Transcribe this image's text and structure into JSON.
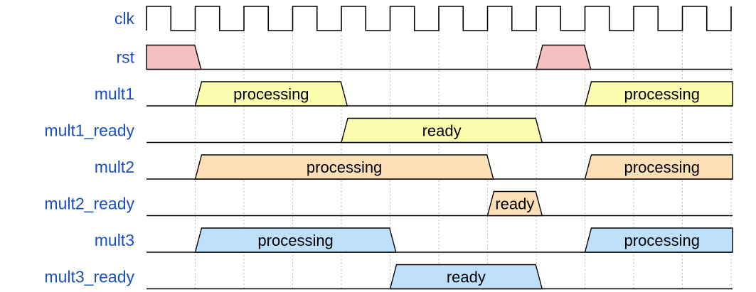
{
  "colors": {
    "rst": "#f4c0c0",
    "mult1": "#fdfdb0",
    "mult2": "#fde0b8",
    "mult3": "#bfe0fb",
    "label": "#1a4fc4"
  },
  "clock": {
    "name": "clk",
    "cycles": 12
  },
  "signals": [
    {
      "name": "rst",
      "segments": [
        {
          "start": 0,
          "end": 1.12,
          "label": "",
          "color": "rst"
        },
        {
          "start": 8.0,
          "end": 9.12,
          "label": "",
          "color": "rst"
        }
      ]
    },
    {
      "name": "mult1",
      "segments": [
        {
          "start": 1.0,
          "end": 4.12,
          "label": "processing",
          "color": "mult1"
        },
        {
          "start": 9.0,
          "end": 12.2,
          "label": "processing",
          "color": "mult1"
        }
      ]
    },
    {
      "name": "mult1_ready",
      "segments": [
        {
          "start": 4.0,
          "end": 8.12,
          "label": "ready",
          "color": "mult1"
        }
      ]
    },
    {
      "name": "mult2",
      "segments": [
        {
          "start": 1.0,
          "end": 7.12,
          "label": "processing",
          "color": "mult2"
        },
        {
          "start": 9.0,
          "end": 12.2,
          "label": "processing",
          "color": "mult2"
        }
      ]
    },
    {
      "name": "mult2_ready",
      "segments": [
        {
          "start": 7.0,
          "end": 8.12,
          "label": "ready",
          "color": "mult2"
        }
      ]
    },
    {
      "name": "mult3",
      "segments": [
        {
          "start": 1.0,
          "end": 5.12,
          "label": "processing",
          "color": "mult3"
        },
        {
          "start": 9.0,
          "end": 12.2,
          "label": "processing",
          "color": "mult3"
        }
      ]
    },
    {
      "name": "mult3_ready",
      "segments": [
        {
          "start": 5.0,
          "end": 8.12,
          "label": "ready",
          "color": "mult3"
        }
      ]
    }
  ]
}
